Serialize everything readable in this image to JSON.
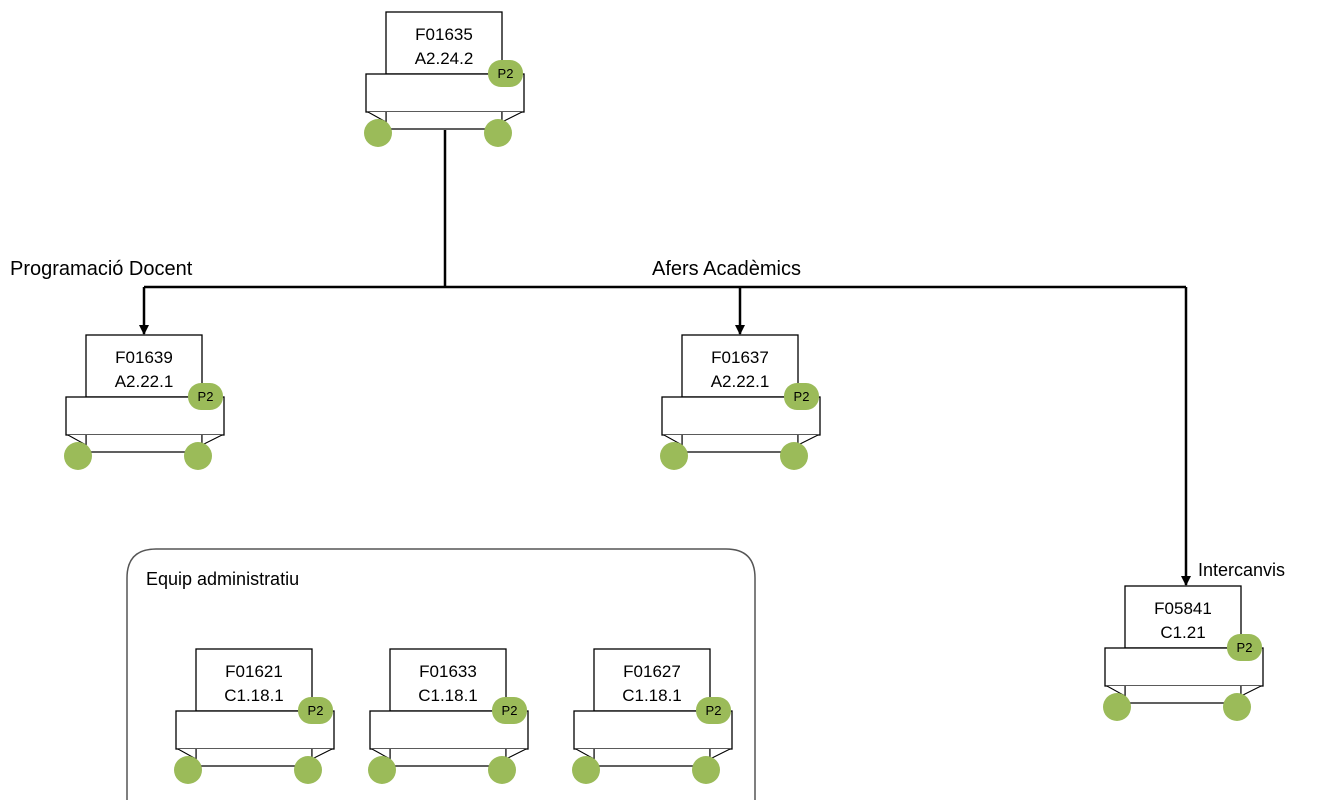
{
  "labels": {
    "programacio": "Programació Docent",
    "afers": "Afers Acadèmics",
    "intercanvis": "Intercanvis",
    "equip": "Equip administratiu"
  },
  "nodes": [
    {
      "id": "f01635",
      "code": "F01635",
      "ref": "A2.24.2",
      "badge": "P2"
    },
    {
      "id": "f01639",
      "code": "F01639",
      "ref": "A2.22.1",
      "badge": "P2"
    },
    {
      "id": "f01637",
      "code": "F01637",
      "ref": "A2.22.1",
      "badge": "P2"
    },
    {
      "id": "f05841",
      "code": "F05841",
      "ref": "C1.21",
      "badge": "P2"
    },
    {
      "id": "f01621",
      "code": "F01621",
      "ref": "C1.18.1",
      "badge": "P2"
    },
    {
      "id": "f01633",
      "code": "F01633",
      "ref": "C1.18.1",
      "badge": "P2"
    },
    {
      "id": "f01627",
      "code": "F01627",
      "ref": "C1.18.1",
      "badge": "P2"
    }
  ],
  "colors": {
    "badge": "#9bbb59",
    "line": "#000000",
    "fill": "#ffffff"
  }
}
